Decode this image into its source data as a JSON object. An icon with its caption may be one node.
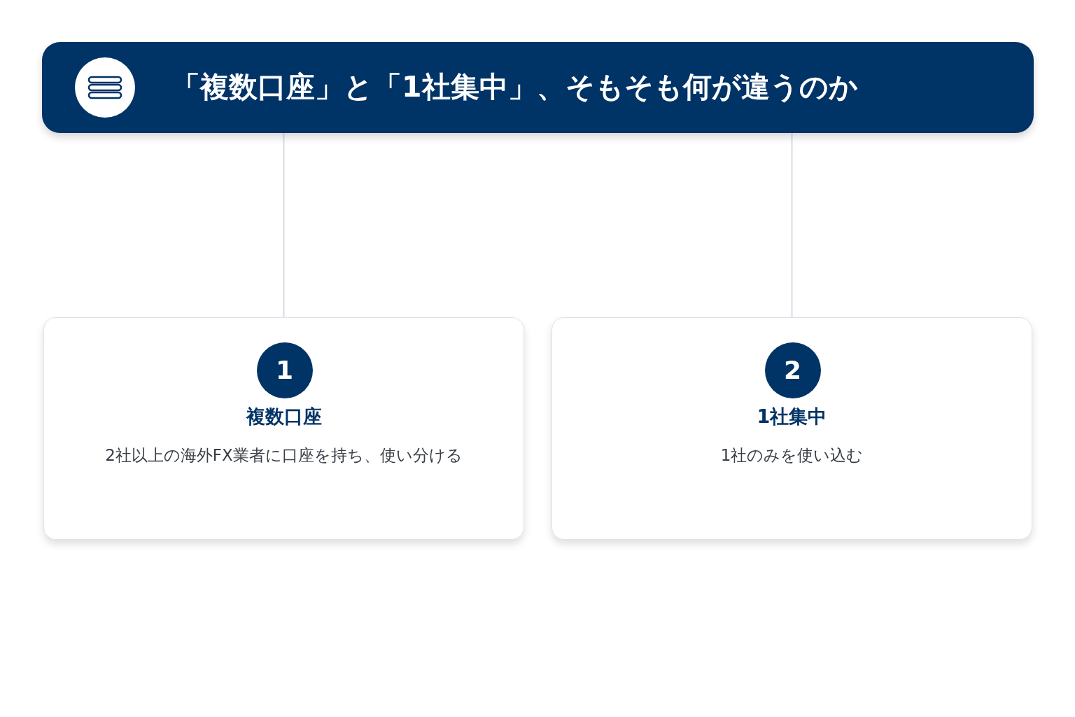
{
  "diagram": {
    "nodes": [
      {
        "text": [
          "「複数口座」と「1社集中」、そもそも何が違うのか"
        ]
      },
      {
        "text": [
          "複数口座",
          "2社以上の海外FX業者に口座を持ち、使い分ける"
        ]
      },
      {
        "text": [
          "1"
        ],
        "in": 1
      },
      {
        "text": [
          "1社集中",
          "1社のみを使い込む"
        ]
      },
      {
        "text": [
          "2"
        ],
        "in": 3
      }
    ],
    "edges": [
      {
        "from": 0,
        "to": 1,
        "arrow": "none"
      },
      {
        "from": 0,
        "to": 3,
        "arrow": "none"
      }
    ]
  }
}
